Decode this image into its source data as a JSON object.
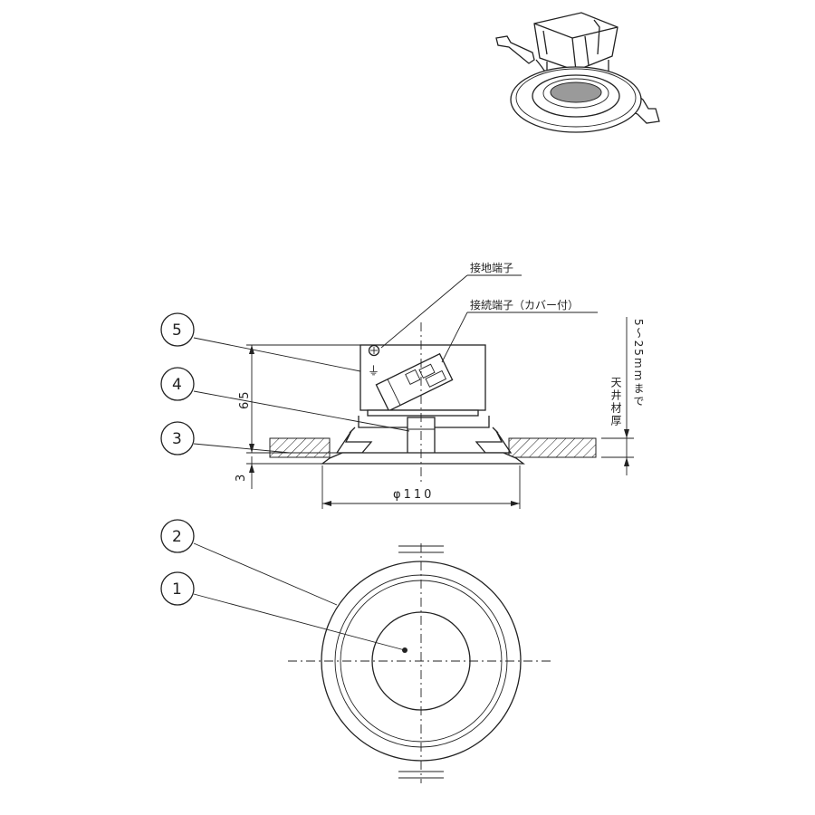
{
  "labels": {
    "ground_terminal": "接地端子",
    "connection_terminal": "接続端子（カバー付）",
    "ceiling_thickness_a": "天井材厚",
    "ceiling_thickness_b": "5～25mmまで"
  },
  "dimensions": {
    "height": "65",
    "flange": "3",
    "diameter": "φ110"
  },
  "balloons": [
    "1",
    "2",
    "3",
    "4",
    "5"
  ],
  "symbols": {
    "ground": "⏚"
  }
}
